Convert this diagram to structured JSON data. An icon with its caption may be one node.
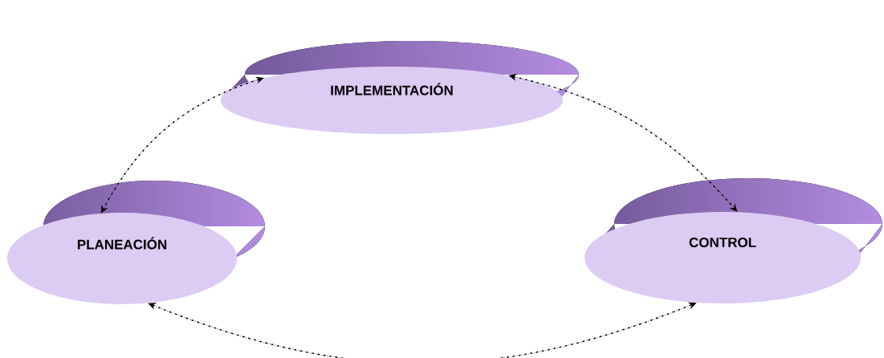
{
  "diagram": {
    "nodes": [
      {
        "text": [
          "IMPLEMENTACIÓN"
        ]
      },
      {
        "text": [
          "PLANEACIÓN"
        ]
      },
      {
        "text": [
          "CONTROL"
        ]
      }
    ],
    "edges": [
      {
        "from": 0,
        "to": 1,
        "arrow": "both",
        "style": "dashed"
      },
      {
        "from": 0,
        "to": 2,
        "arrow": "both",
        "style": "dashed"
      },
      {
        "from": 1,
        "to": 2,
        "arrow": "both",
        "style": "dashed"
      }
    ]
  }
}
